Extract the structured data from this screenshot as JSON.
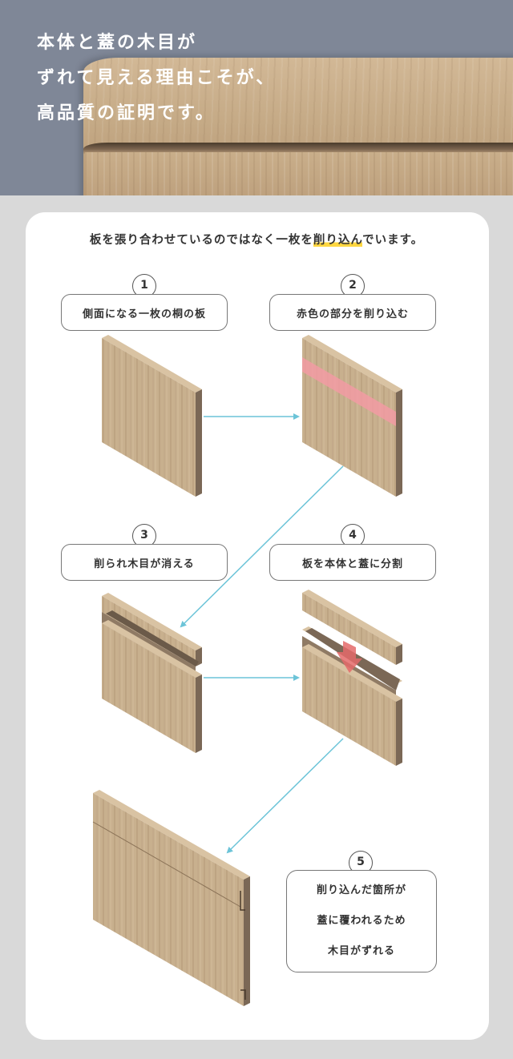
{
  "hero": {
    "title_lines": [
      "本体と蓋の木目が",
      "ずれて見える理由こそが、",
      "高品質の証明です。"
    ]
  },
  "headline": {
    "before": "板を張り合わせているのではなく一枚を",
    "highlight": "削り込ん",
    "after": "でいます。"
  },
  "steps": [
    {
      "number": "1",
      "label": "側面になる一枚の桐の板"
    },
    {
      "number": "2",
      "label": "赤色の部分を削り込む"
    },
    {
      "number": "3",
      "label": "削られ木目が消える"
    },
    {
      "number": "4",
      "label": "板を本体と蓋に分割"
    },
    {
      "number": "5",
      "label_lines": [
        "削り込んだ箇所が",
        "蓋に覆われるため",
        "木目がずれる"
      ]
    }
  ],
  "colors": {
    "hero_bg": "#7f8797",
    "wood_face": "#c8b08e",
    "wood_top": "#d9c3a3",
    "wood_side": "#7b6856",
    "arrow": "#6cc4d8",
    "cut_highlight": "#f59aa5",
    "split_arrow": "#e46a6a",
    "highlight_marker": "#ffd740"
  }
}
